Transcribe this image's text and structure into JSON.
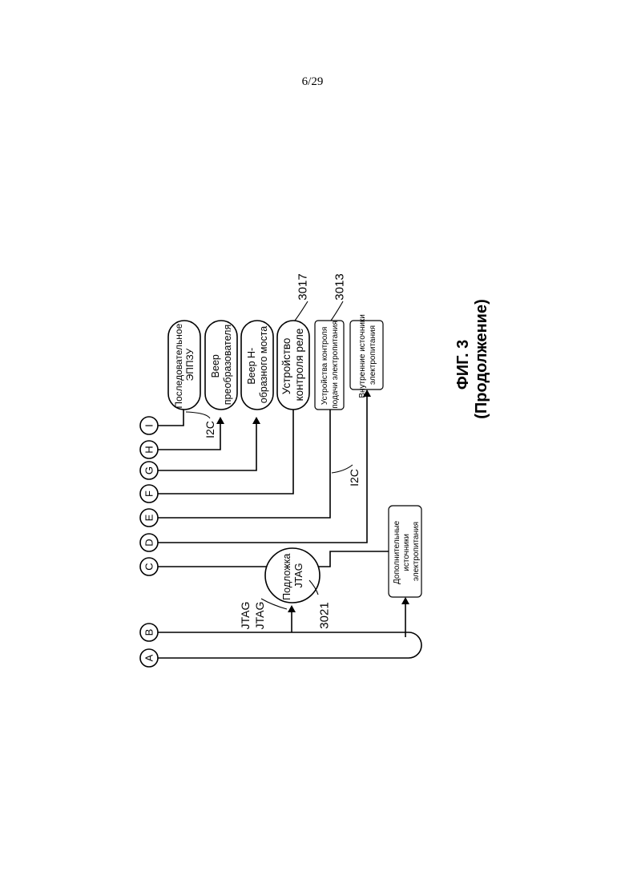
{
  "page_number": "6/29",
  "figure": {
    "caption": "ФИГ. 3",
    "caption_sub": "(Продолжение)"
  },
  "connectors": [
    "A",
    "B",
    "C",
    "D",
    "E",
    "F",
    "G",
    "H",
    "I"
  ],
  "signal_labels": {
    "jtag_1": "JTAG",
    "jtag_2": "JTAG",
    "i2c_top": "I2C",
    "i2c_middle": "I2C"
  },
  "blocks": {
    "serial_eeprom": [
      "Последовательное",
      "ЭППЗУ"
    ],
    "converter_fan": [
      "Веер",
      "преобразователя"
    ],
    "hbridge_fan": [
      "Веер Н-",
      "образного моста"
    ],
    "relay_controller": [
      "Устройство",
      "контроля реле"
    ],
    "power_supply_monitor": [
      "Устройства контроля",
      "подачи электропитания"
    ],
    "internal_power": [
      "Внутренние источники",
      "электропитания"
    ],
    "jtag_pad": [
      "Подложка",
      "JTAG"
    ],
    "extra_power": [
      "Дополнительные",
      "источники",
      "электропитания"
    ]
  },
  "references": {
    "relay_controller": "3017",
    "power_supply_monitor": "3013",
    "jtag_pad": "3021"
  }
}
